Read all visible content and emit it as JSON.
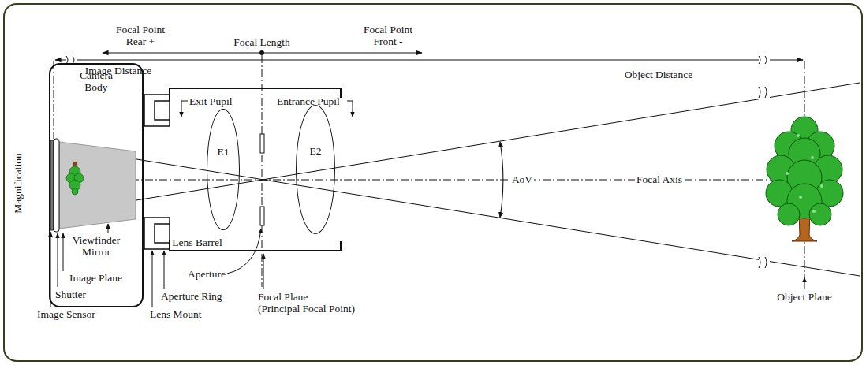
{
  "diagram": {
    "nodes": [
      {
        "text": [
          "Camera Body"
        ]
      },
      {
        "text": [
          "E1"
        ]
      },
      {
        "text": [
          "E2"
        ]
      }
    ],
    "labels": [
      "Focal Point Rear +",
      "Focal Length",
      "Focal Point Front -",
      "Image Distance",
      "Object Distance",
      "Exit Pupil",
      "Entrance Pupil",
      "Focal Axis",
      "AoV",
      "Magnification",
      "Viewfinder Mirror",
      "Lens Barrel",
      "Image Plane",
      "Shutter",
      "Image Sensor",
      "Aperture Ring",
      "Lens Mount",
      "Aperture",
      "Focal Plane",
      "(Principal Focal Point)",
      "Object Plane"
    ]
  }
}
